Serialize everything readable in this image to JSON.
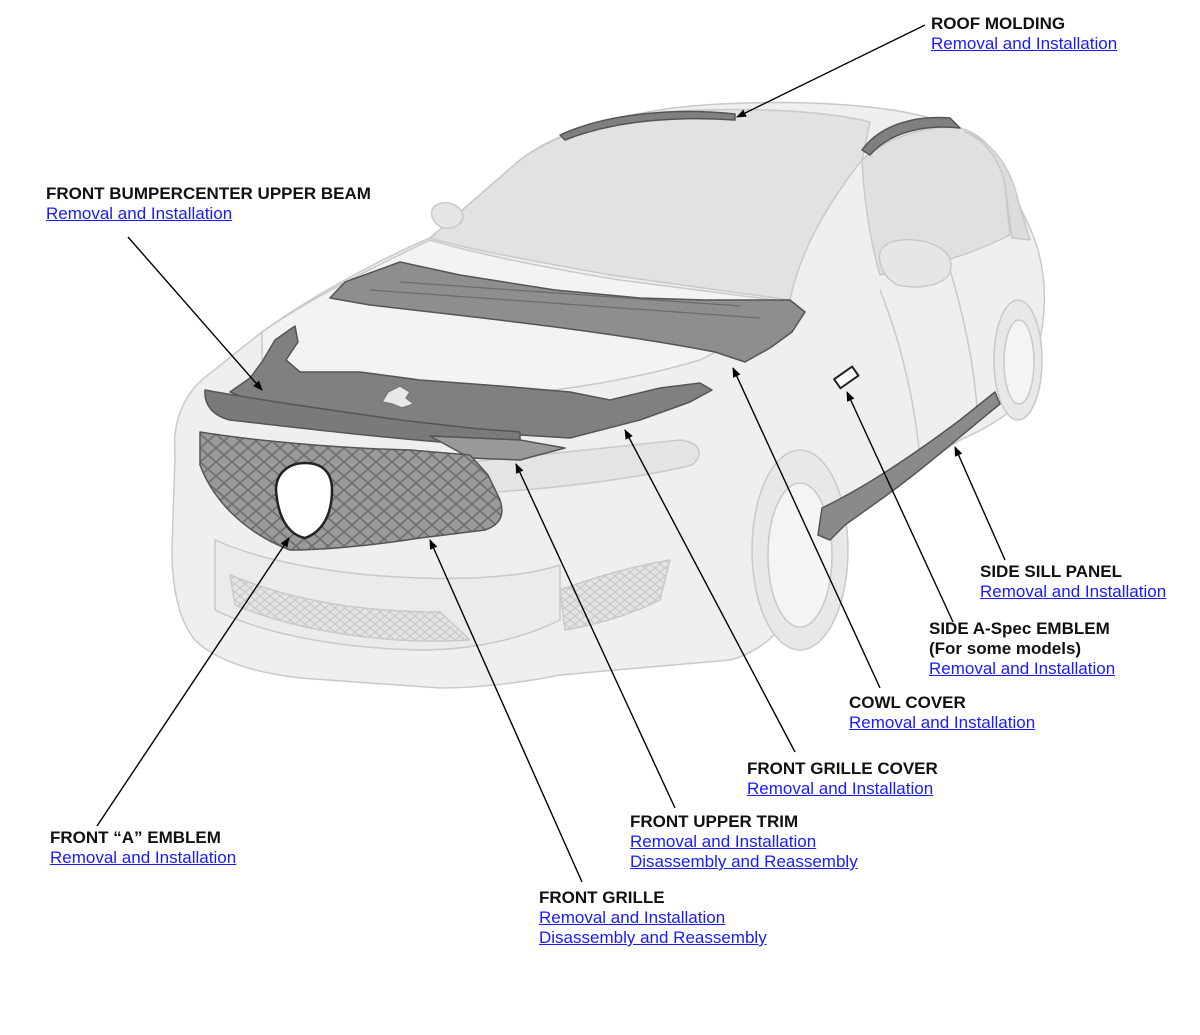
{
  "colors": {
    "link": "#1a1aff",
    "title": "#111111",
    "part_fill": "#8c8c8c",
    "car_fill": "#ececec",
    "leader": "#000000"
  },
  "callouts": {
    "roof_molding": {
      "title": "ROOF MOLDING",
      "links": [
        "Removal and Installation"
      ]
    },
    "bumper_beam": {
      "title": "FRONT BUMPERCENTER UPPER BEAM",
      "links": [
        "Removal and Installation"
      ]
    },
    "side_sill": {
      "title": "SIDE SILL PANEL",
      "links": [
        "Removal and Installation"
      ]
    },
    "aspec_emblem": {
      "title": "SIDE A-Spec EMBLEM",
      "subtitle": "(For some models)",
      "links": [
        "Removal and Installation"
      ]
    },
    "cowl_cover": {
      "title": "COWL COVER",
      "links": [
        "Removal and Installation"
      ]
    },
    "grille_cover": {
      "title": "FRONT GRILLE COVER",
      "links": [
        "Removal and Installation"
      ]
    },
    "upper_trim": {
      "title": "FRONT UPPER TRIM",
      "links": [
        "Removal and Installation",
        "Disassembly and Reassembly"
      ]
    },
    "a_emblem": {
      "title": "FRONT “A” EMBLEM",
      "links": [
        "Removal and Installation"
      ]
    },
    "front_grille": {
      "title": "FRONT GRILLE",
      "links": [
        "Removal and Installation",
        "Disassembly and Reassembly"
      ]
    }
  }
}
